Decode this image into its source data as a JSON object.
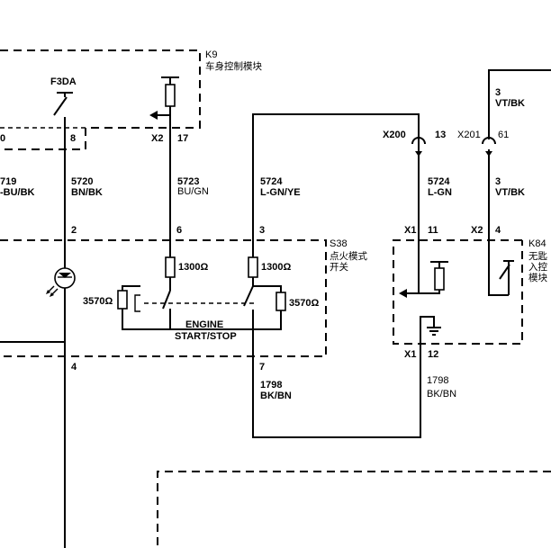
{
  "modules": {
    "k9": {
      "id": "K9",
      "name": "车身控制模块",
      "fuse": "F3DA",
      "connector": "X2",
      "pin_fuse": "8",
      "pin_signal": "17",
      "pin_left": "0"
    },
    "s38": {
      "id": "S38",
      "name_line1": "点火模式",
      "name_line2": "开关",
      "switch_label_line1": "ENGINE",
      "switch_label_line2": "START/STOP"
    },
    "k84": {
      "id": "K84",
      "name_line1": "无匙",
      "name_line2": "入控",
      "name_line3": "模块",
      "x1": "X1",
      "x2": "X2"
    }
  },
  "wires": {
    "w5719": {
      "circuit": "719",
      "color": "-BU/BK"
    },
    "w5720": {
      "circuit": "5720",
      "color": "BN/BK",
      "pin_top": "2",
      "pin_bottom": "4"
    },
    "w5723": {
      "circuit": "5723",
      "color": "BU/GN",
      "pin": "6"
    },
    "w5724a": {
      "circuit": "5724",
      "color": "L-GN/YE",
      "pin_top": "3",
      "pin_bottom": "7"
    },
    "w5724b": {
      "circuit": "5724",
      "color": "L-GN",
      "inline": "X200",
      "inline_pin": "13",
      "x1_pin": "11"
    },
    "w3": {
      "circuit": "3",
      "color": "VT/BK",
      "inline": "X201",
      "inline_pin": "61",
      "x2_pin": "4"
    },
    "w3_top": {
      "circuit": "3",
      "color": "VT/BK"
    },
    "w1798a": {
      "circuit": "1798",
      "color": "BK/BN"
    },
    "w1798b": {
      "circuit": "1798",
      "color": "BK/BN",
      "x1_pin": "12"
    }
  },
  "resistors": {
    "r1": "1300Ω",
    "r2": "1300Ω",
    "r3": "3570Ω",
    "r4": "3570Ω"
  }
}
